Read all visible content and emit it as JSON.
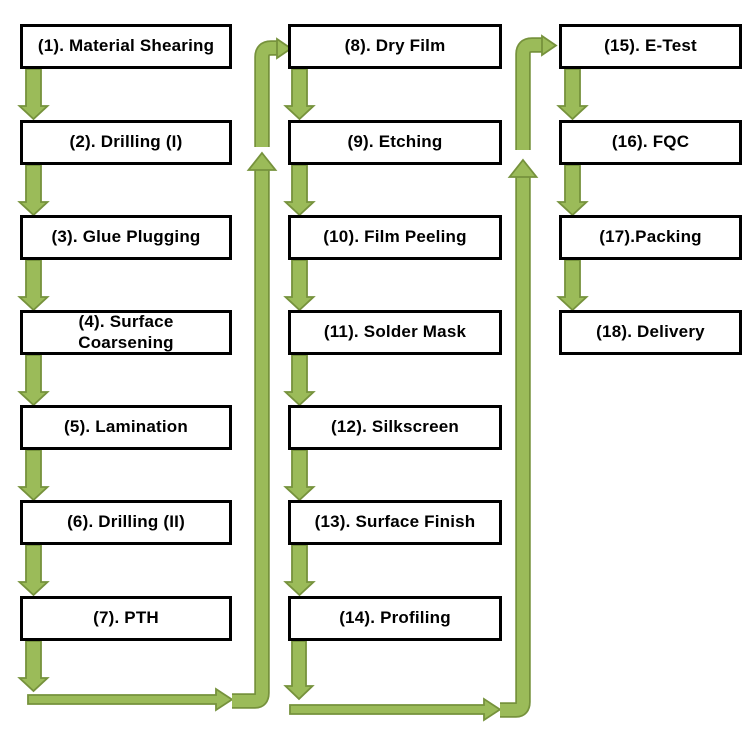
{
  "flow": {
    "columns": [
      {
        "id": "column-1",
        "steps": [
          "(1). Material Shearing",
          "(2). Drilling (I)",
          "(3). Glue Plugging",
          "(4). Surface Coarsening",
          "(5). Lamination",
          "(6). Drilling (II)",
          "(7). PTH"
        ]
      },
      {
        "id": "column-2",
        "steps": [
          "(8). Dry Film",
          "(9). Etching",
          "(10). Film Peeling",
          "(11). Solder Mask",
          "(12). Silkscreen",
          "(13). Surface Finish",
          "(14). Profiling"
        ]
      },
      {
        "id": "column-3",
        "steps": [
          "(15). E-Test",
          "(16). FQC",
          "(17).Packing",
          "(18). Delivery"
        ]
      }
    ],
    "connector_icons": {
      "down_arrow": "block-arrow-down",
      "elbow_up_right": "elbow-arrow-up-right"
    },
    "colors": {
      "arrow_fill": "#9BBB59",
      "arrow_border": "#76923C",
      "box_border": "#000000",
      "box_fill": "#FFFFFF",
      "background": "#FFFFFF",
      "text": "#000000"
    }
  }
}
